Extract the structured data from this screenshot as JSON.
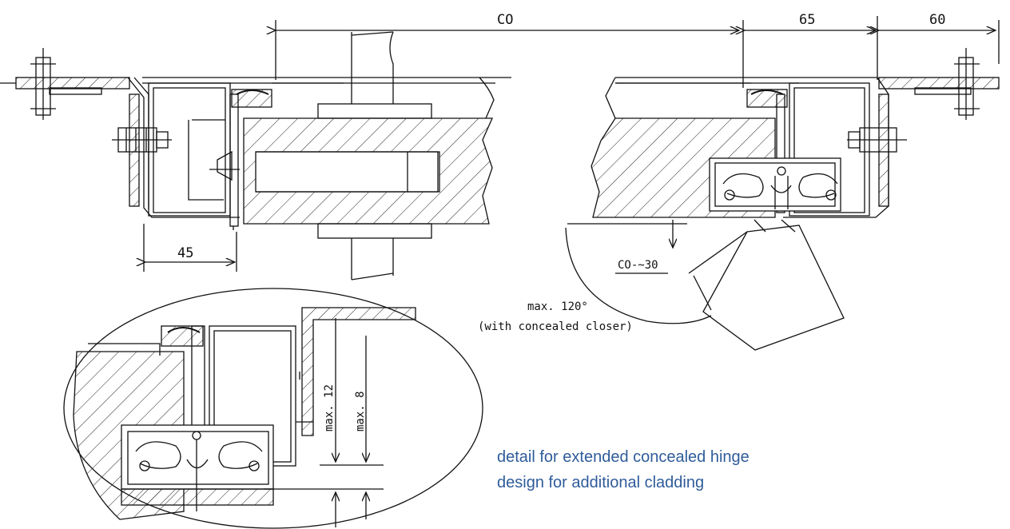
{
  "dimensions": {
    "co_top": "CO",
    "d65": "65",
    "d60": "60",
    "d45": "45",
    "co30": "CO-~30",
    "max12": "max. 12",
    "max8": "max. 8"
  },
  "annotations": {
    "angle_line1": "max. 120°",
    "angle_line2": "(with concealed closer)"
  },
  "caption": {
    "line1": "detail for extended concealed hinge",
    "line2": "design for additional cladding"
  },
  "colors": {
    "caption": "#2f5c9b",
    "line": "#111111"
  }
}
